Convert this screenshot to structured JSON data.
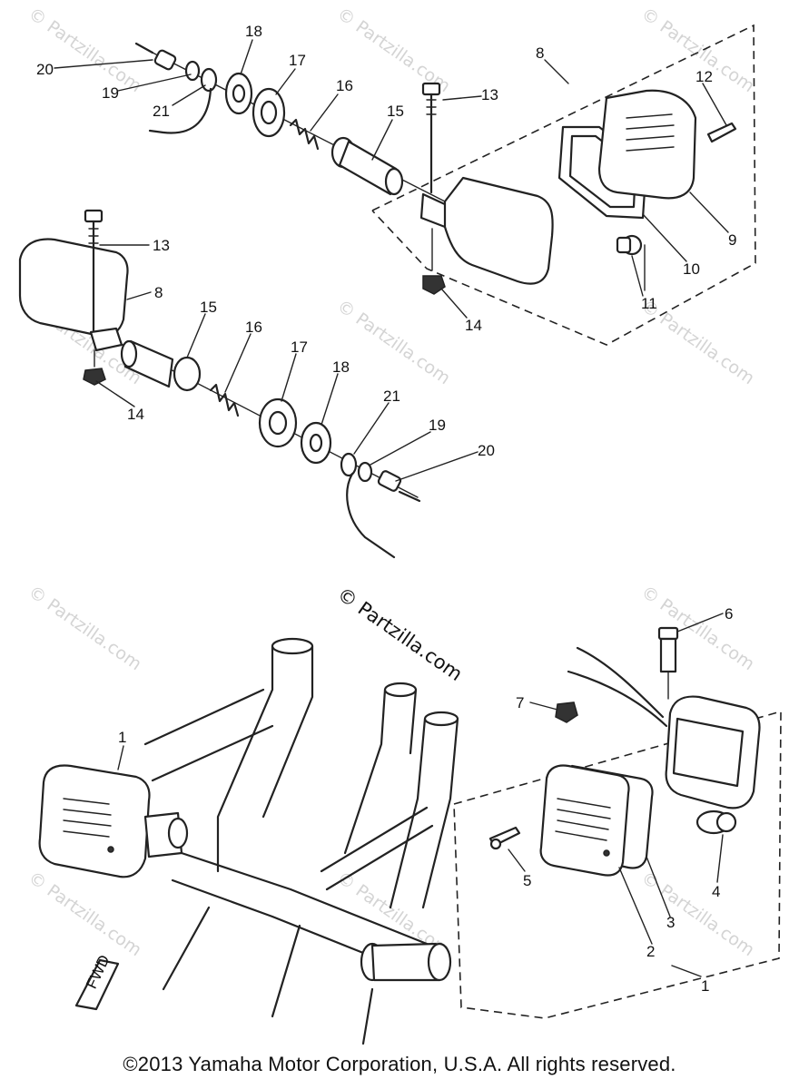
{
  "watermark": "© Partzilla.com",
  "copyright": "©2013 Yamaha Motor Corporation, U.S.A. All rights reserved.",
  "fwd_label": "FWD",
  "callouts": {
    "top_rear": [
      "20",
      "19",
      "21",
      "18",
      "17",
      "16",
      "15",
      "13",
      "8",
      "12",
      "9",
      "10",
      "11",
      "14"
    ],
    "mid_front": [
      "13",
      "8",
      "15",
      "16",
      "17",
      "18",
      "21",
      "19",
      "20",
      "14"
    ],
    "bottom": [
      "1",
      "6",
      "7",
      "5",
      "3",
      "2",
      "4",
      "1"
    ]
  }
}
